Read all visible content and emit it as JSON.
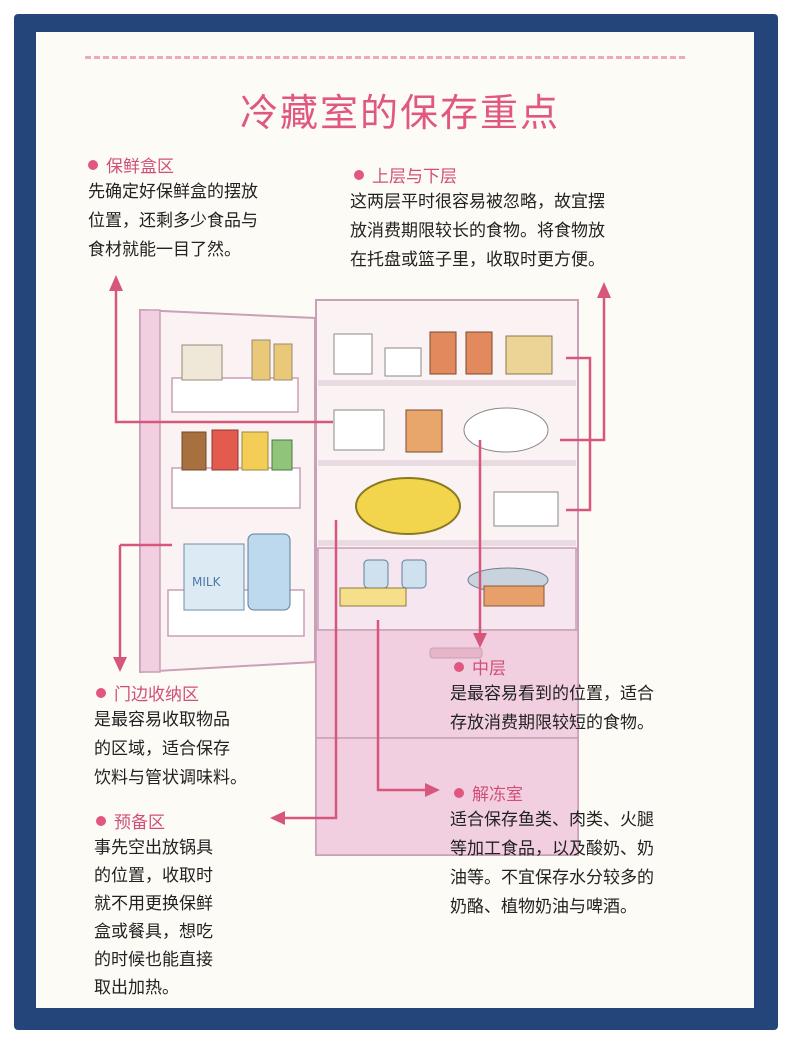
{
  "title": "冷藏室的保存重点",
  "sections": {
    "container_zone": {
      "label": "保鲜盒区",
      "lines": [
        "先确定好保鲜盒的摆放",
        "位置，还剩多少食品与",
        "食材就能一目了然。"
      ]
    },
    "upper_lower": {
      "label": "上层与下层",
      "lines": [
        "这两层平时很容易被忽略，故宜摆",
        "放消费期限较长的食物。将食物放",
        "在托盘或篮子里，收取时更方便。"
      ]
    },
    "door_zone": {
      "label": "门边收纳区",
      "lines": [
        "是最容易收取物品",
        "的区域，适合保存",
        "饮料与管状调味料。"
      ]
    },
    "middle": {
      "label": "中层",
      "lines": [
        "是最容易看到的位置，适合",
        "存放消费期限较短的食物。"
      ]
    },
    "thaw": {
      "label": "解冻室",
      "lines": [
        "适合保存鱼类、肉类、火腿",
        "等加工食品，以及酸奶、奶",
        "油等。不宜保存水分较多的",
        "奶酪、植物奶油与啤酒。"
      ]
    },
    "reserve": {
      "label": "预备区",
      "lines": [
        "事先空出放锅具",
        "的位置，收取时",
        "就不用更换保鲜",
        "盒或餐具，想吃",
        "的时候也能直接",
        "取出加热。"
      ]
    }
  },
  "illustration": {
    "milk_carton_text": "MILK"
  },
  "colors": {
    "frame": "#24457a",
    "accent": "#e0577f",
    "fridge_pink": "#f2cfe0"
  }
}
